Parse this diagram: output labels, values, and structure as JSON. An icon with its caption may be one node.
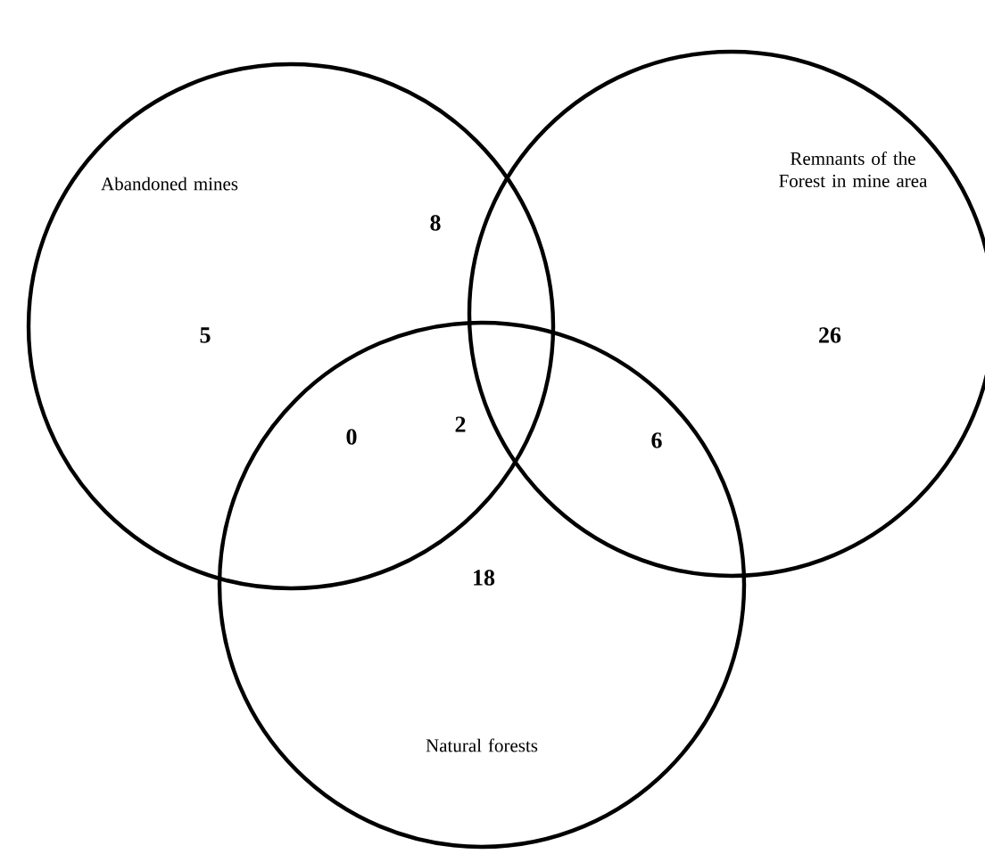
{
  "diagram": {
    "nodes": [
      {
        "text": [
          "Abandoned mines"
        ]
      },
      {
        "text": [
          "Remnants of the Forest in mine area"
        ]
      },
      {
        "text": [
          "Natural forests"
        ]
      }
    ],
    "labels": [
      "8",
      "5",
      "26",
      "2",
      "0",
      "6",
      "18"
    ]
  }
}
